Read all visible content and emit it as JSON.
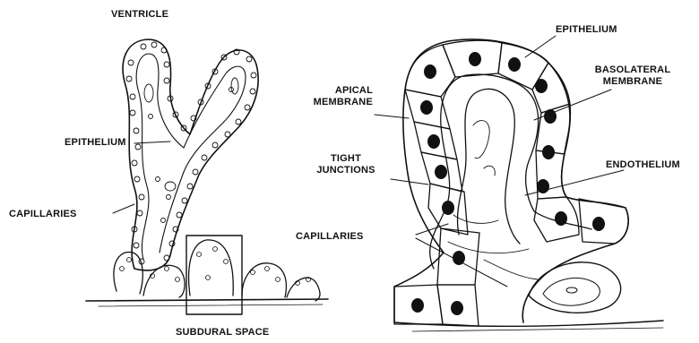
{
  "labels": {
    "ventricle": "VENTRICLE",
    "epithelium_left": "EPITHELIUM",
    "capillaries_left": "CAPILLARIES",
    "subdural_space": "SUBDURAL SPACE",
    "apical_membrane_1": "APICAL",
    "apical_membrane_2": "MEMBRANE",
    "tight_junctions_1": "TIGHT",
    "tight_junctions_2": "JUNCTIONS",
    "capillaries_right": "CAPILLARIES",
    "epithelium_right": "EPITHELIUM",
    "basolateral_membrane_1": "BASOLATERAL",
    "basolateral_membrane_2": "MEMBRANE",
    "endothelium": "ENDOTHELIUM"
  },
  "colors": {
    "ink": "#111111",
    "background": "#ffffff"
  }
}
